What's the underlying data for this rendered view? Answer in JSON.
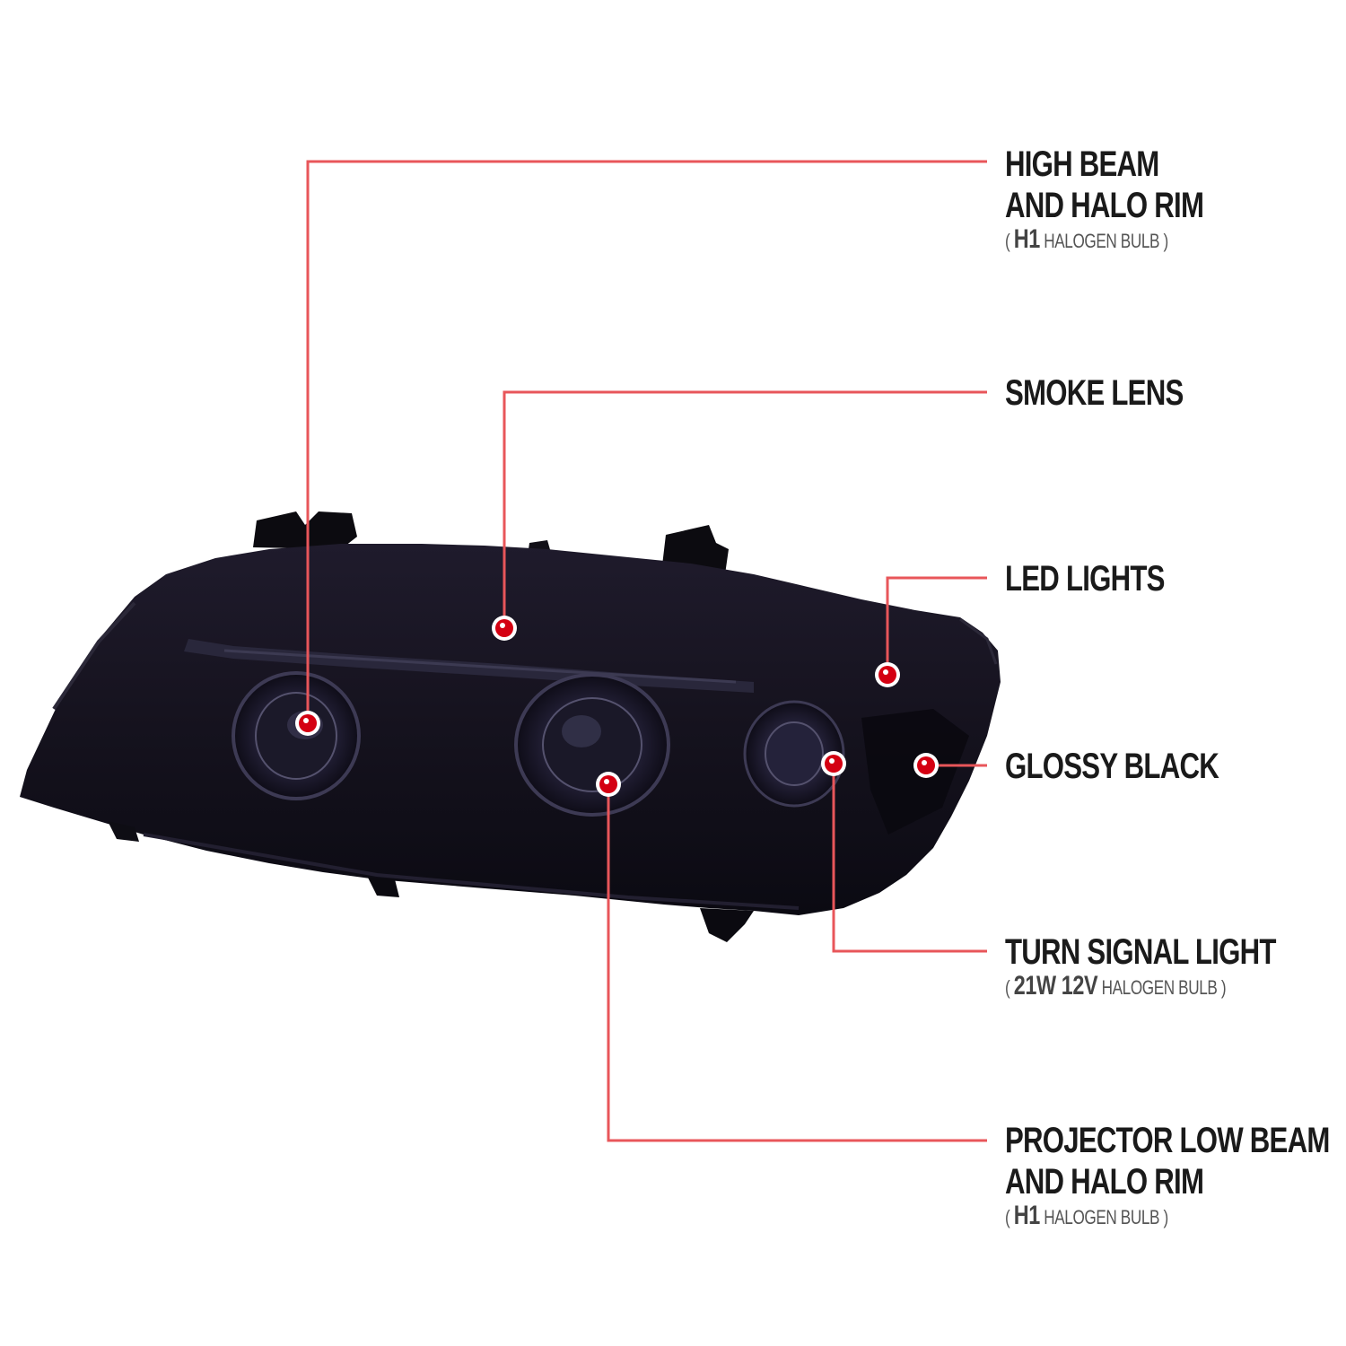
{
  "colors": {
    "callout_line": "#e8565a",
    "dot": "#d40012",
    "housing": "#15121d"
  },
  "callouts": {
    "high_beam": {
      "title_line1": "HIGH BEAM",
      "title_line2": "AND HALO RIM",
      "spec_open": "( ",
      "spec_value": "H1",
      "spec_text": " HALOGEN BULB )"
    },
    "smoke_lens": {
      "title": "SMOKE LENS"
    },
    "led_lights": {
      "title": "LED LIGHTS"
    },
    "glossy_black": {
      "title": "GLOSSY BLACK"
    },
    "turn_signal": {
      "title": "TURN SIGNAL LIGHT",
      "spec_open": "( ",
      "spec_value": "21W 12V",
      "spec_text": " HALOGEN BULB )"
    },
    "projector_low_beam": {
      "title_line1": "PROJECTOR LOW BEAM",
      "title_line2": "AND HALO RIM",
      "spec_open": "( ",
      "spec_value": "H1",
      "spec_text": " HALOGEN BULB )"
    }
  }
}
